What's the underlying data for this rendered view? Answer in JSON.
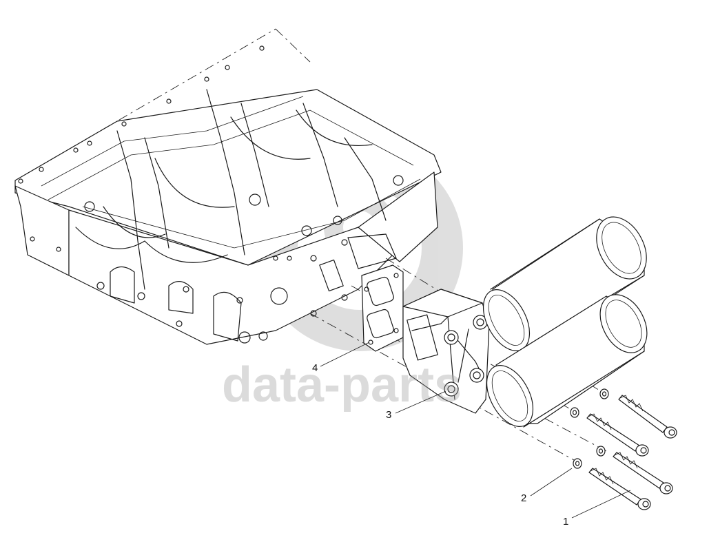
{
  "diagram": {
    "callouts": [
      {
        "id": "1",
        "label": "1"
      },
      {
        "id": "2",
        "label": "2"
      },
      {
        "id": "3",
        "label": "3"
      },
      {
        "id": "4",
        "label": "4"
      }
    ]
  },
  "watermark": {
    "text": "data-parts",
    "color": "#9a9a9a"
  }
}
